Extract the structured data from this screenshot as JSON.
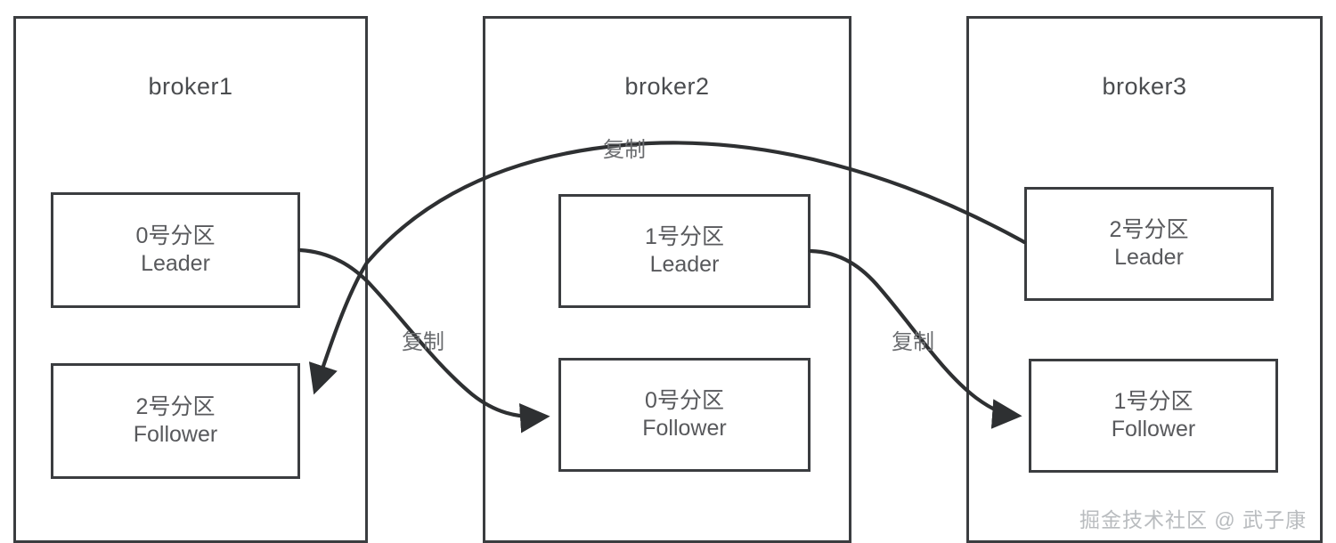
{
  "diagram": {
    "title": "Kafka broker partition replication topology",
    "colors": {
      "box_border": "#3b3d40",
      "text": "#58595c",
      "title_text": "#4a4c4f",
      "label_text": "#6a6c6f",
      "arrow": "#2e3032",
      "background": "#ffffff",
      "watermark": "#b9bcbf"
    },
    "brokers": [
      {
        "id": "broker1",
        "title": "broker1",
        "partitions": [
          {
            "id": "b1-p0",
            "line1": "0号分区",
            "line2": "Leader",
            "role": "Leader",
            "partition_no": "0"
          },
          {
            "id": "b1-p2",
            "line1": "2号分区",
            "line2": "Follower",
            "role": "Follower",
            "partition_no": "2"
          }
        ]
      },
      {
        "id": "broker2",
        "title": "broker2",
        "partitions": [
          {
            "id": "b2-p1",
            "line1": "1号分区",
            "line2": "Leader",
            "role": "Leader",
            "partition_no": "1"
          },
          {
            "id": "b2-p0",
            "line1": "0号分区",
            "line2": "Follower",
            "role": "Follower",
            "partition_no": "0"
          }
        ]
      },
      {
        "id": "broker3",
        "title": "broker3",
        "partitions": [
          {
            "id": "b3-p2",
            "line1": "2号分区",
            "line2": "Leader",
            "role": "Leader",
            "partition_no": "2"
          },
          {
            "id": "b3-p1",
            "line1": "1号分区",
            "line2": "Follower",
            "role": "Follower",
            "partition_no": "1"
          }
        ]
      }
    ],
    "edges": [
      {
        "id": "edge-b3leader-to-b1follower",
        "label": "复制",
        "from": "b3-p2",
        "to": "b1-p2",
        "note": "top long arc from broker3 Leader across to broker1 2号分区 Follower"
      },
      {
        "id": "edge-b1leader-to-b2follower",
        "label": "复制",
        "from": "b1-p0",
        "to": "b2-p0",
        "note": "broker1 0号分区 Leader down to broker2 0号分区 Follower"
      },
      {
        "id": "edge-b2leader-to-b3follower",
        "label": "复制",
        "from": "b2-p1",
        "to": "b3-p1",
        "note": "broker2 1号分区 Leader down to broker3 1号分区 Follower"
      }
    ],
    "watermark": "掘金技术社区 @ 武子康"
  }
}
